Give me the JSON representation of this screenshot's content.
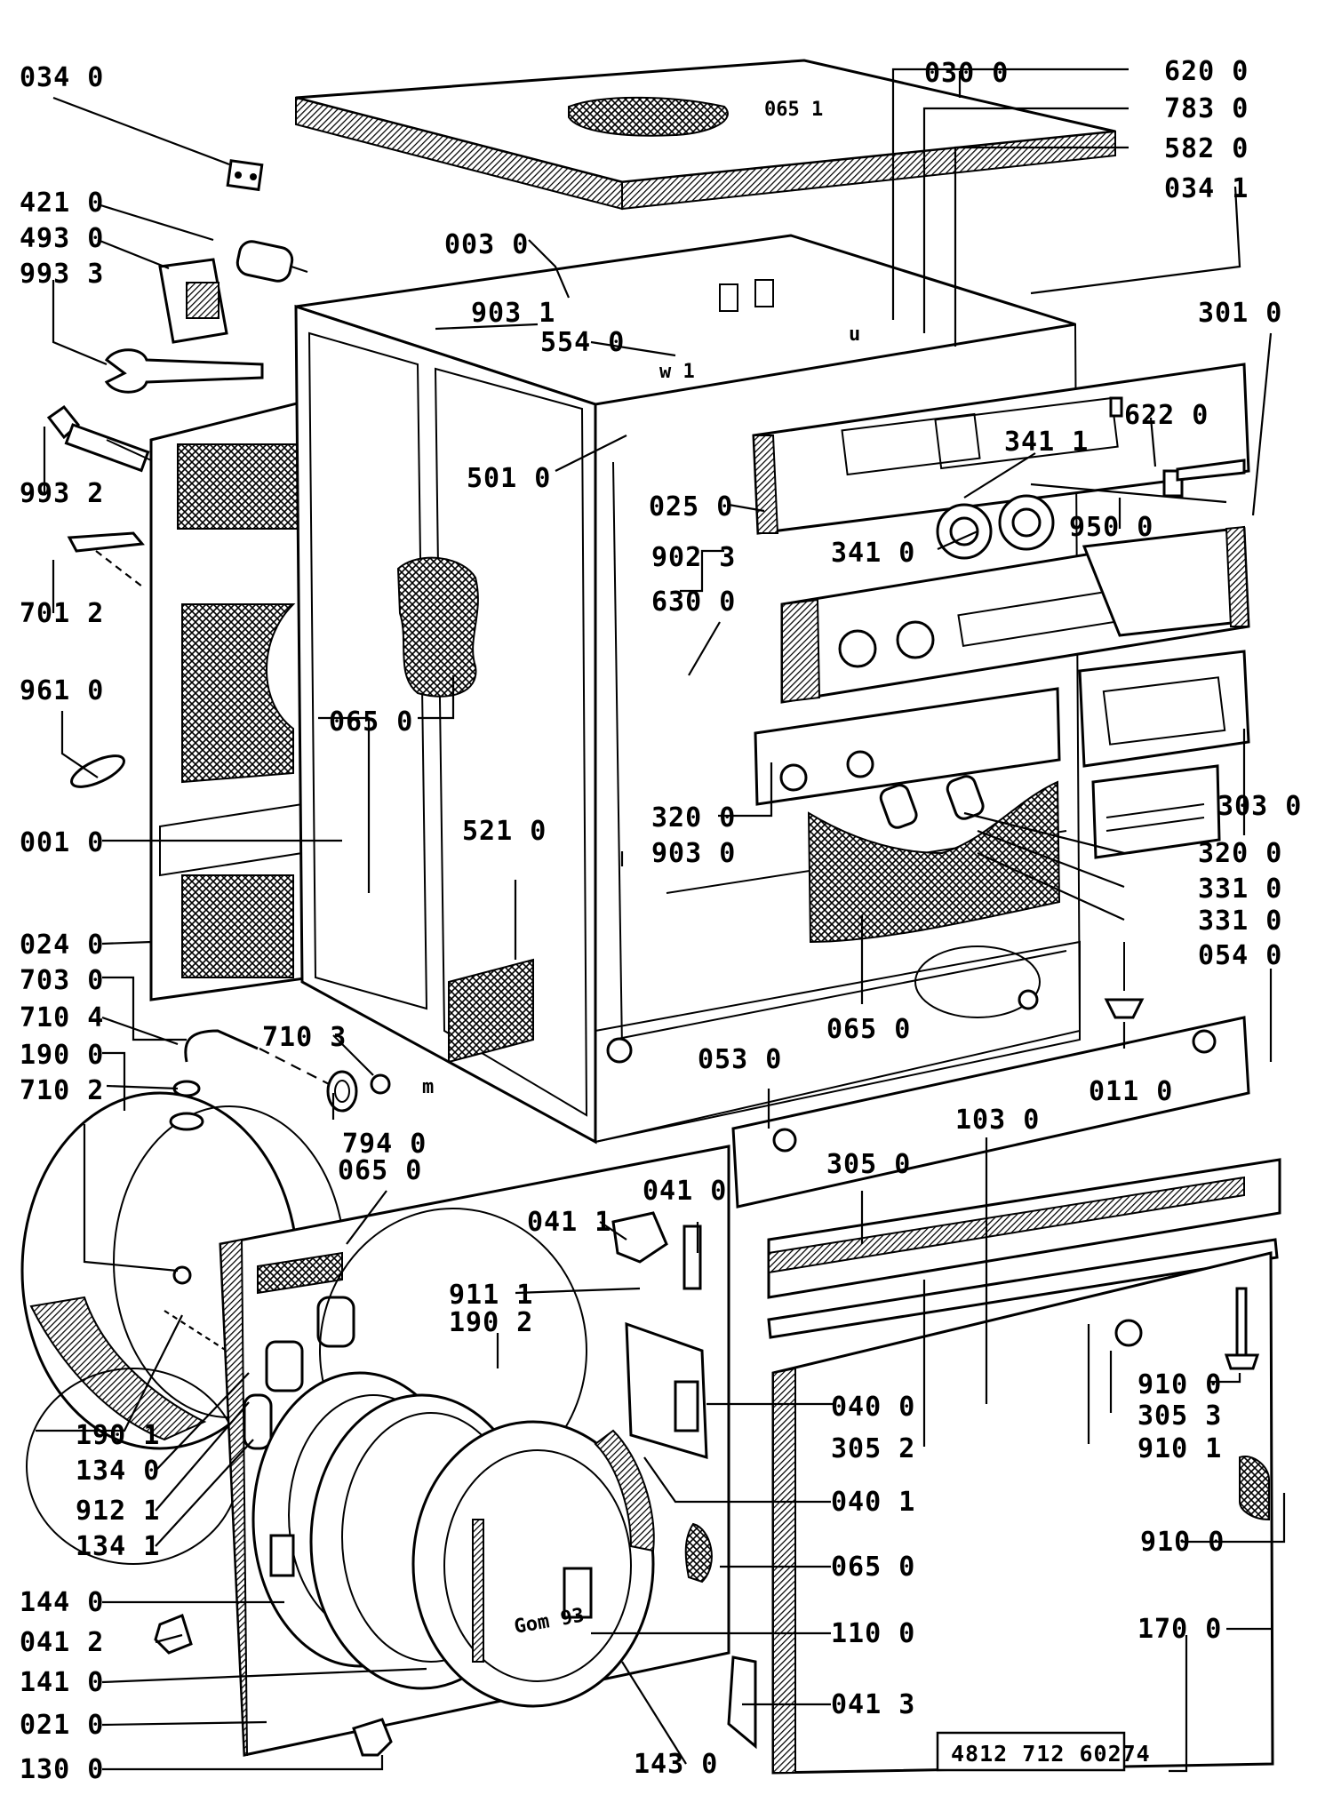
{
  "labels": {
    "p034_0": "034 0",
    "p030_0": "030 0",
    "p065_1": "065 1",
    "p620_0": "620 0",
    "p783_0": "783 0",
    "p582_0": "582 0",
    "p034_1": "034 1",
    "p421_0": "421 0",
    "p493_0": "493 0",
    "p993_3": "993 3",
    "p003_0": "003 0",
    "p903_1": "903 1",
    "p554_0": "554 0",
    "p301_0": "301 0",
    "p993_2": "993 2",
    "p622_0": "622 0",
    "p341_1": "341 1",
    "p501_0": "501 0",
    "p025_0": "025 0",
    "p950_0": "950 0",
    "p701_2": "701 2",
    "p902_3": "902 3",
    "p341_0": "341 0",
    "p630_0": "630 0",
    "p961_0": "961 0",
    "p065_0a": "065 0",
    "p303_0": "303 0",
    "p001_0": "001 0",
    "p521_0": "521 0",
    "p320_0a": "320 0",
    "p320_0b": "320 0",
    "p903_0": "903 0",
    "p331_0a": "331 0",
    "p331_0b": "331 0",
    "p024_0": "024 0",
    "p054_0": "054 0",
    "p703_0": "703 0",
    "p065_0b": "065 0",
    "p710_4": "710 4",
    "p710_3": "710 3",
    "p053_0": "053 0",
    "p190_0": "190 0",
    "m": "m",
    "p011_0": "011 0",
    "p710_2": "710 2",
    "p794_0": "794 0",
    "p103_0": "103 0",
    "p065_0c": "065 0",
    "p305_0": "305 0",
    "p041_0": "041 0",
    "p041_1": "041 1",
    "p911_1": "911 1",
    "p190_2": "190 2",
    "p910_0a": "910 0",
    "p305_3": "305 3",
    "p040_0": "040 0",
    "p190_1": "190 1",
    "p134_0": "134 0",
    "p305_2": "305 2",
    "p910_1": "910 1",
    "p912_1": "912 1",
    "p134_1": "134 1",
    "p040_1": "040 1",
    "p910_0b": "910 0",
    "p065_0d": "065 0",
    "p144_0": "144 0",
    "p041_2": "041 2",
    "p110_0": "110 0",
    "p170_0": "170 0",
    "p141_0": "141 0",
    "p041_3": "041 3",
    "p021_0": "021 0",
    "p130_0": "130 0",
    "p143_0": "143 0",
    "w1": "w 1",
    "u": "u",
    "door_mark": "Gom 93"
  },
  "reference_number": "4812 712 60274"
}
